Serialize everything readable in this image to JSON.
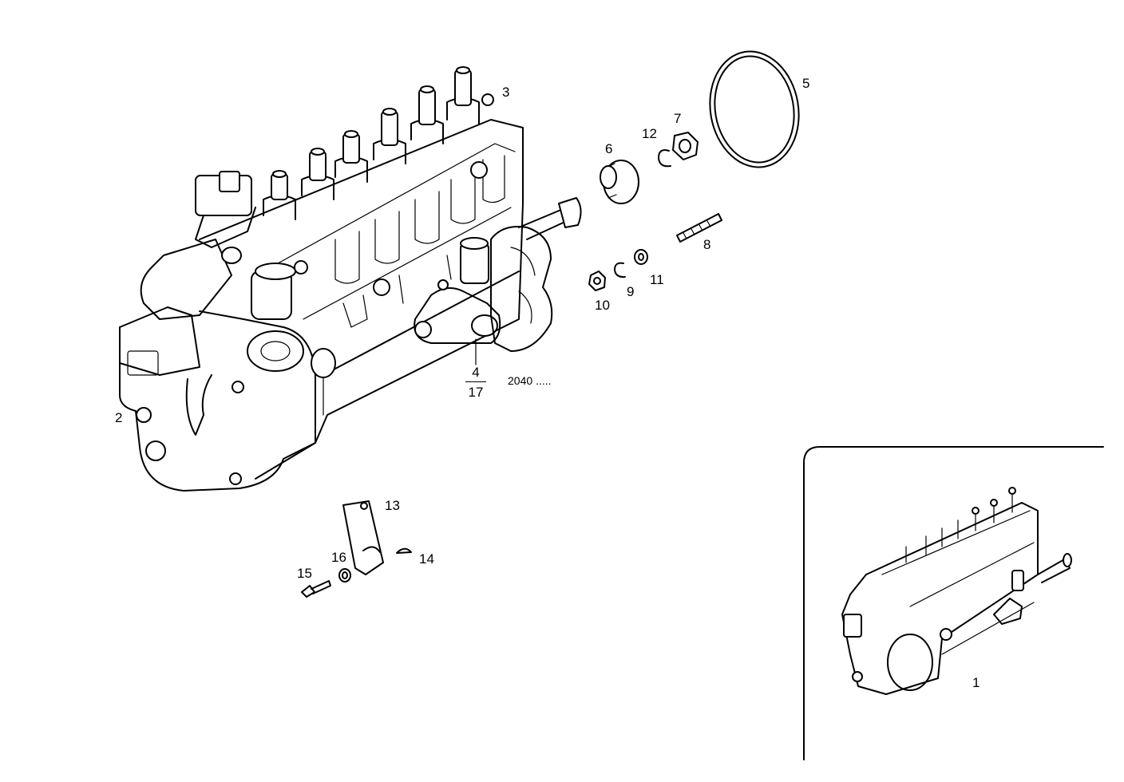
{
  "diagram": {
    "reference_code": "2040 .....",
    "callouts": {
      "c1": "1",
      "c2": "2",
      "c3": "3",
      "c4": "4",
      "c5": "5",
      "c6": "6",
      "c7": "7",
      "c8": "8",
      "c9": "9",
      "c10": "10",
      "c11": "11",
      "c12": "12",
      "c13": "13",
      "c14": "14",
      "c15": "15",
      "c16": "16",
      "c17": "17"
    }
  }
}
